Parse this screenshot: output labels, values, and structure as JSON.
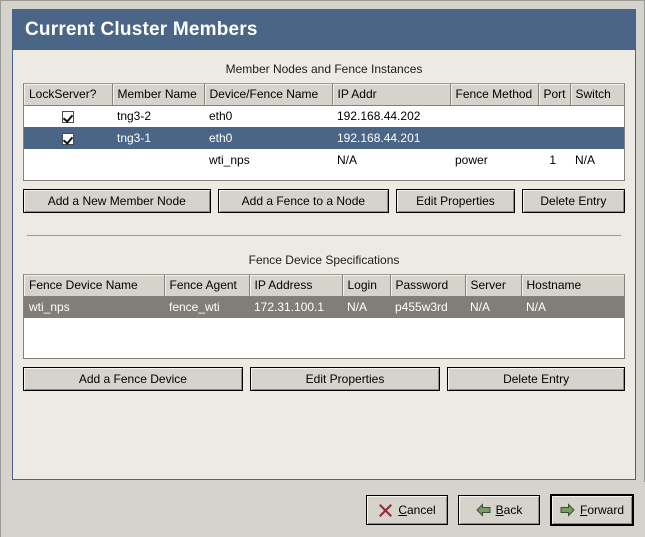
{
  "window": {
    "title": "Current Cluster Members"
  },
  "members_section": {
    "caption": "Member Nodes and Fence Instances",
    "columns": [
      "LockServer?",
      "Member Name",
      "Device/Fence Name",
      "IP Addr",
      "Fence Method",
      "Port",
      "Switch"
    ],
    "rows": [
      {
        "selected": false,
        "lockserver_checked": true,
        "member_name": "tng3-2",
        "device_fence_name": "eth0",
        "ip_addr": "192.168.44.202",
        "fence_method": "",
        "port": "",
        "switch": ""
      },
      {
        "selected": true,
        "lockserver_checked": true,
        "member_name": "tng3-1",
        "device_fence_name": "eth0",
        "ip_addr": "192.168.44.201",
        "fence_method": "",
        "port": "",
        "switch": ""
      },
      {
        "selected": false,
        "lockserver_checked": false,
        "member_name": "",
        "device_fence_name": "wti_nps",
        "ip_addr": "N/A",
        "fence_method": "power",
        "port": "1",
        "switch": "N/A"
      }
    ],
    "buttons": {
      "add_member": "Add a New Member Node",
      "add_fence": "Add a Fence to a Node",
      "edit_properties": "Edit Properties",
      "delete_entry": "Delete Entry"
    }
  },
  "fence_section": {
    "caption": "Fence Device Specifications",
    "columns": [
      "Fence Device Name",
      "Fence Agent",
      "IP Address",
      "Login",
      "Password",
      "Server",
      "Hostname"
    ],
    "rows": [
      {
        "selected": true,
        "fence_device_name": "wti_nps",
        "fence_agent": "fence_wti",
        "ip_address": "172.31.100.1",
        "login": "N/A",
        "password": "p455w3rd",
        "server": "N/A",
        "hostname": "N/A"
      }
    ],
    "buttons": {
      "add_fence_device": "Add a Fence Device",
      "edit_properties": "Edit Properties",
      "delete_entry": "Delete Entry"
    }
  },
  "footer": {
    "cancel": "Cancel",
    "cancel_accel": "C",
    "back": "Back",
    "back_accel": "B",
    "forward": "Forward",
    "forward_accel": "F"
  },
  "colors": {
    "title_bar": "#4a6585",
    "selected_row_blue": "#4a6585",
    "selected_row_gray": "#807e76",
    "panel_bg": "#edeae4",
    "window_bg": "#d6d3cc",
    "header_cell": "#d6d3cc",
    "cancel_icon": "#8c2f3a",
    "nav_arrow": "#7d9963"
  }
}
